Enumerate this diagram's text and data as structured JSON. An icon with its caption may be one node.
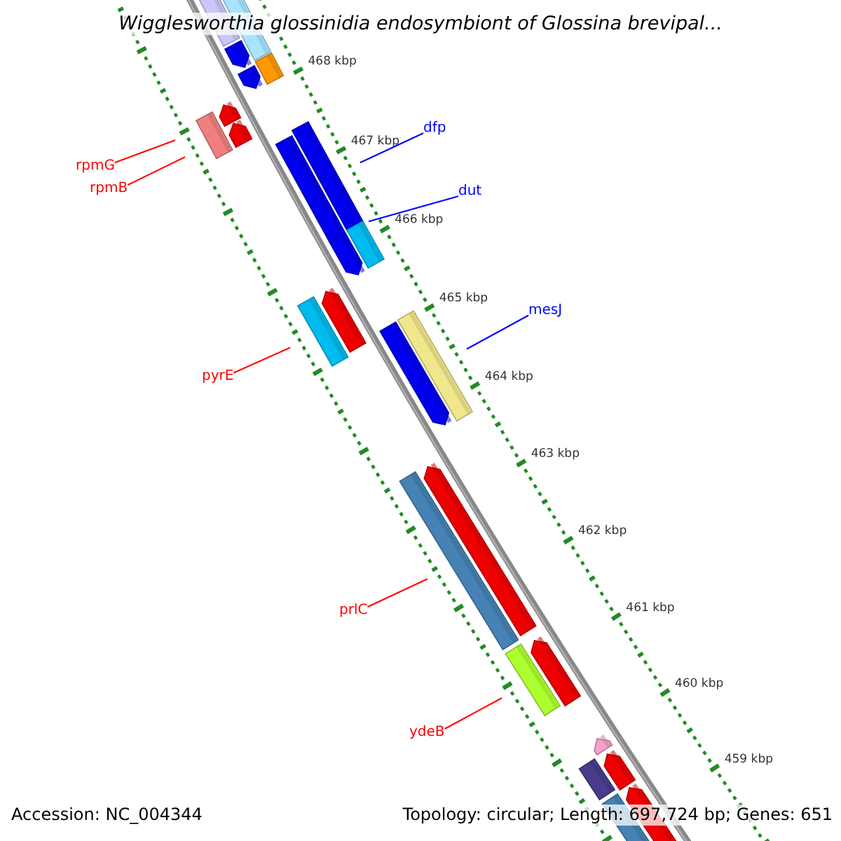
{
  "diagram": {
    "title": "Wigglesworthia glossinidia endosymbiont of Glossina brevipal...",
    "nodes": [
      {
        "text": [
          "dfp"
        ]
      },
      {
        "text": [
          "rpmG"
        ]
      },
      {
        "text": [
          "rpmB"
        ]
      },
      {
        "text": [
          "dut"
        ]
      },
      {
        "text": [
          "mesJ"
        ]
      },
      {
        "text": [
          "pyrE"
        ]
      },
      {
        "text": [
          "prlC"
        ]
      },
      {
        "text": [
          "ydeB"
        ]
      }
    ],
    "edges": [
      {
        "from": 0,
        "to": null,
        "arrow": "none",
        "color": "#0000ff"
      },
      {
        "from": 1,
        "to": null,
        "arrow": "none"
      },
      {
        "from": 2,
        "to": null,
        "arrow": "none"
      },
      {
        "from": 3,
        "to": null,
        "arrow": "none",
        "color": "#0000ff"
      },
      {
        "from": 4,
        "to": null,
        "arrow": "none",
        "color": "#0000ff"
      },
      {
        "from": 5,
        "to": null,
        "arrow": "none"
      },
      {
        "from": 6,
        "to": null,
        "arrow": "none"
      },
      {
        "from": 7,
        "to": null,
        "arrow": "none"
      }
    ],
    "labels": [
      "468 kbp",
      "467 kbp",
      "466 kbp",
      "465 kbp",
      "464 kbp",
      "463 kbp",
      "462 kbp",
      "461 kbp",
      "460 kbp",
      "459 kbp",
      "Accession: NC_004344",
      "Topology: circular; Length: 697,724 bp; Genes: 651"
    ]
  }
}
